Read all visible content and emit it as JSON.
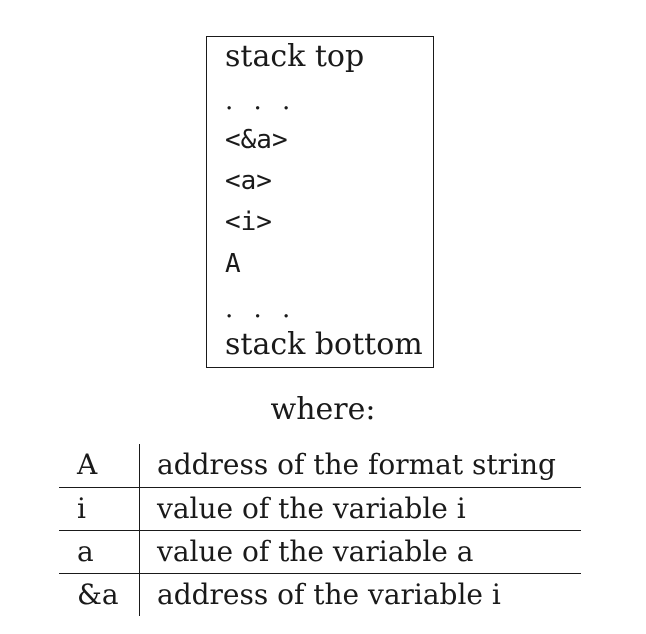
{
  "stack": {
    "items": [
      {
        "text": "stack top",
        "style": "label"
      },
      {
        "text": ". . .",
        "style": "dots"
      },
      {
        "text": "<&a>",
        "style": "mono"
      },
      {
        "text": "<a>",
        "style": "mono"
      },
      {
        "text": "<i>",
        "style": "mono"
      },
      {
        "text": "A",
        "style": "mono"
      },
      {
        "text": ". . .",
        "style": "dots"
      },
      {
        "text": "stack bottom",
        "style": "label"
      }
    ]
  },
  "where_label": "where:",
  "legend": {
    "rows": [
      {
        "key": "A",
        "description": "address of the format string"
      },
      {
        "key": "i",
        "description": "value of the variable i"
      },
      {
        "key": "a",
        "description": "value of the variable a"
      },
      {
        "key": "&a",
        "description": "address of the variable i"
      }
    ]
  }
}
